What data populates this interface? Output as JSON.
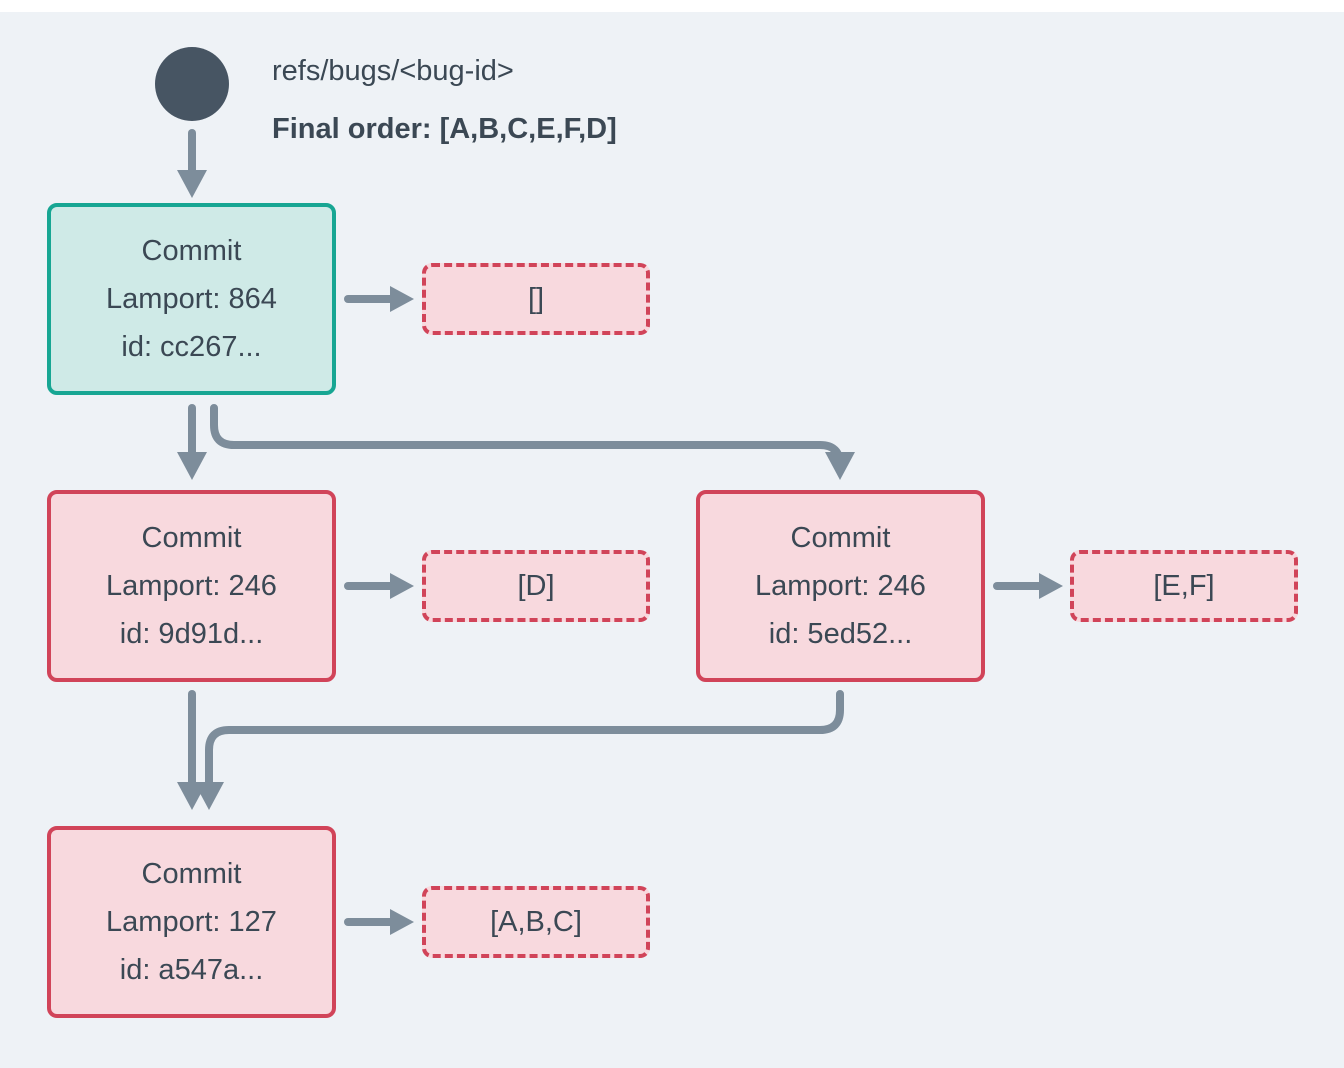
{
  "head": {
    "ref_label": "refs/bugs/<bug-id>",
    "final_order_label": "Final order: [A,B,C,E,F,D]"
  },
  "commits": [
    {
      "title": "Commit",
      "lamport_label": "Lamport: 864",
      "id_label": "id: cc267...",
      "type": "head"
    },
    {
      "title": "Commit",
      "lamport_label": "Lamport: 246",
      "id_label": "id: 9d91d...",
      "type": "regular"
    },
    {
      "title": "Commit",
      "lamport_label": "Lamport: 246",
      "id_label": "id: 5ed52...",
      "type": "regular"
    },
    {
      "title": "Commit",
      "lamport_label": "Lamport: 127",
      "id_label": "id: a547a...",
      "type": "regular"
    }
  ],
  "operations": [
    {
      "label": "[]"
    },
    {
      "label": "[D]"
    },
    {
      "label": "[E,F]"
    },
    {
      "label": "[A,B,C]"
    }
  ],
  "colors": {
    "background": "#eef2f6",
    "node_circle": "#475563",
    "arrow": "#7d8d9b",
    "head_border": "#17a693",
    "head_fill": "#cfeae7",
    "commit_border": "#d14459",
    "commit_fill": "#f8d9de",
    "op_border": "#d14459",
    "op_fill": "#f8d9de",
    "text": "#3b4854"
  }
}
